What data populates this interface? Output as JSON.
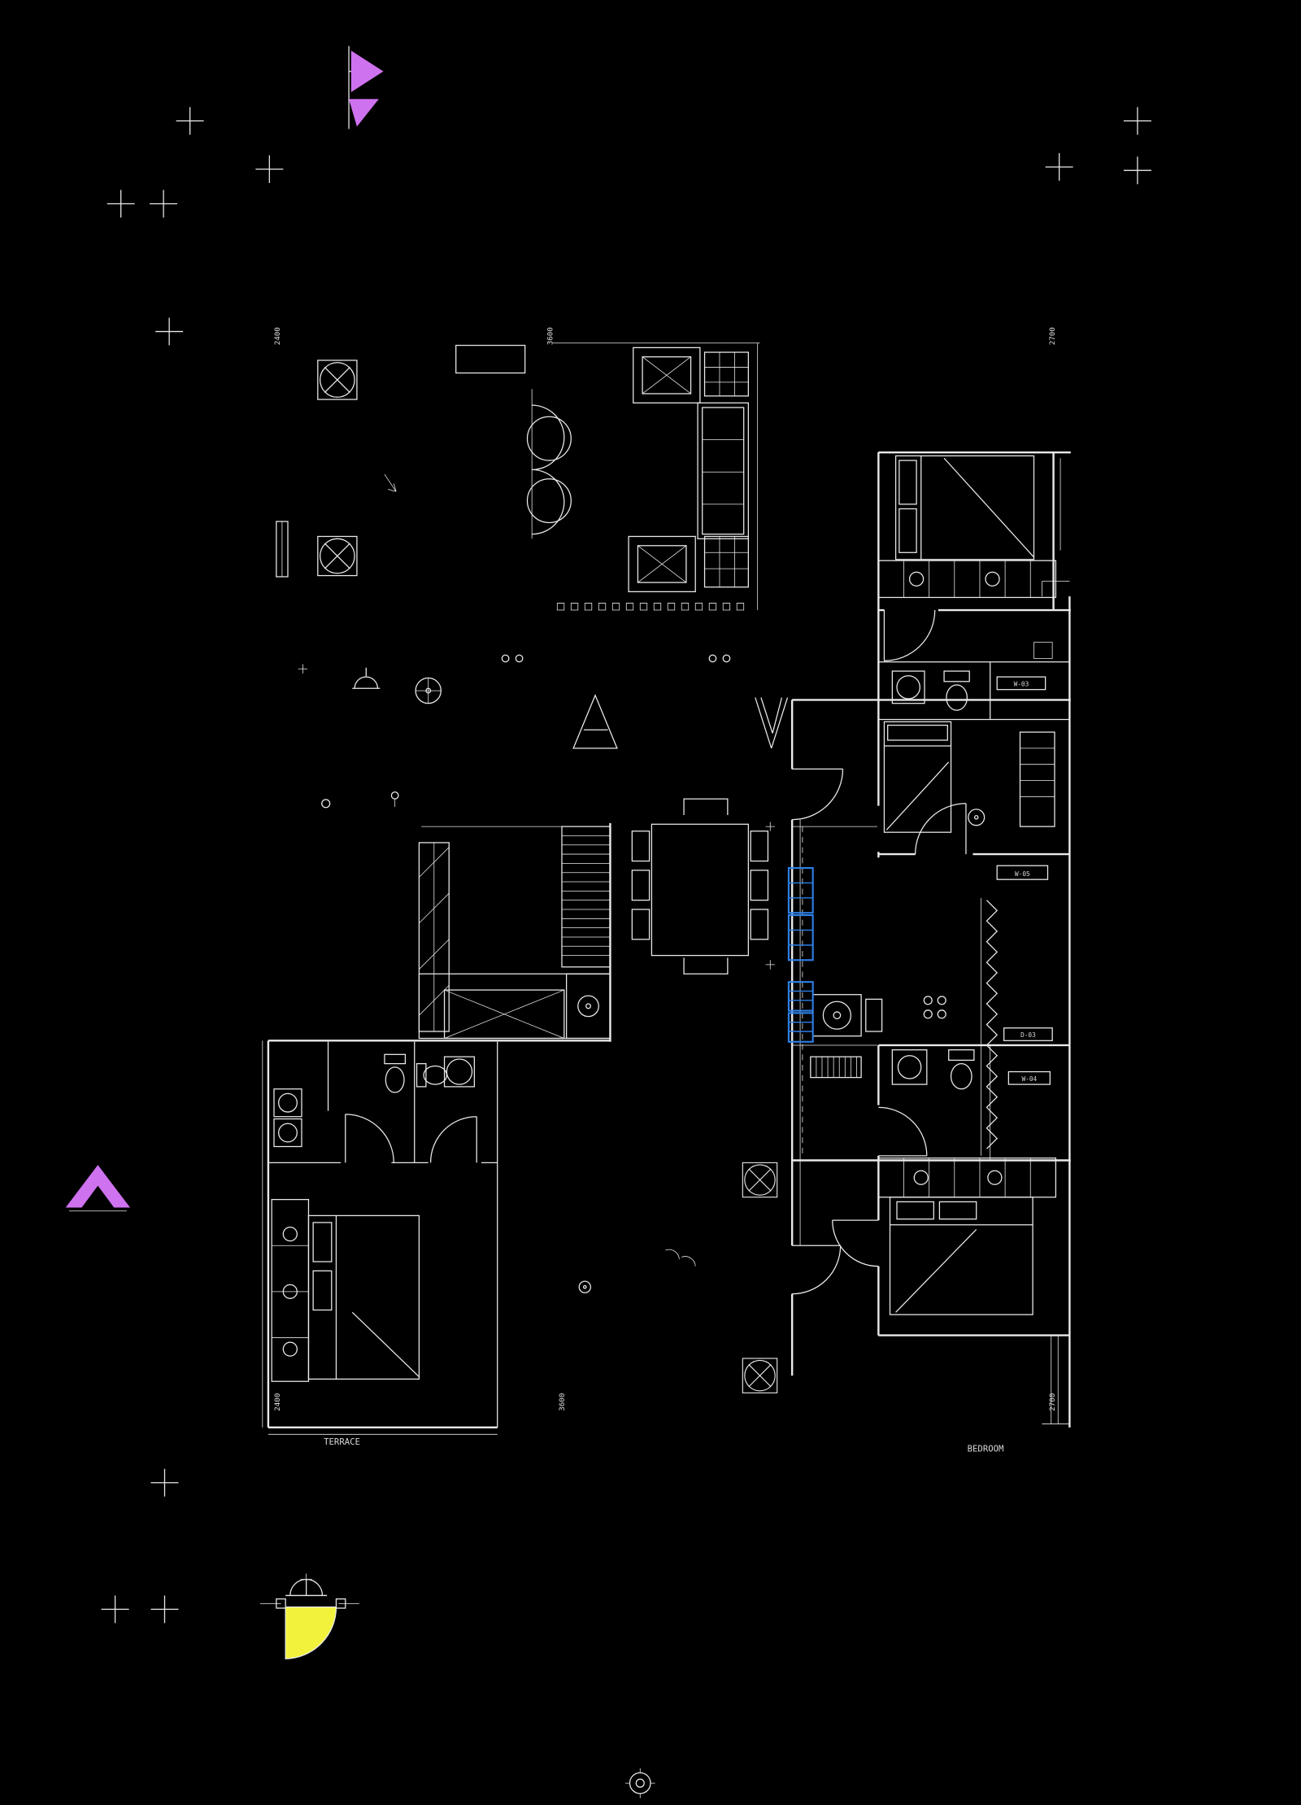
{
  "colors": {
    "background": "#000000",
    "line": "#e9e9e9",
    "magenta": "#cf72f0",
    "blue": "#2e7fe6",
    "yellow": "#f2f23c"
  },
  "labels": {
    "dim_top_left": "2400",
    "dim_top_mid": "3600",
    "dim_top_right": "2700",
    "dim_bottom_left": "2400",
    "dim_bottom_mid": "3600",
    "dim_bottom_right": "2700",
    "room_terrace": "TERRACE",
    "room_bedroom": "BEDROOM",
    "tag_w03": "W-03",
    "tag_w05": "W-05",
    "tag_d03": "D-03",
    "tag_w04": "W-04"
  }
}
